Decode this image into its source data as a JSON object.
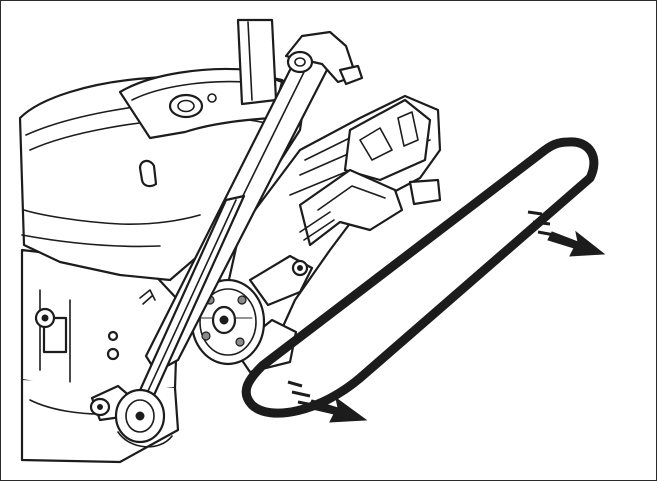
{
  "figure": {
    "background": "#ffffff",
    "line_color": "#1c1c1c",
    "parts": [
      "engine-housing",
      "tensioner-arm",
      "drive-pulley",
      "v-belt"
    ],
    "arrows": [
      "belt-pull-arrow-upper",
      "belt-pull-arrow-lower"
    ]
  }
}
